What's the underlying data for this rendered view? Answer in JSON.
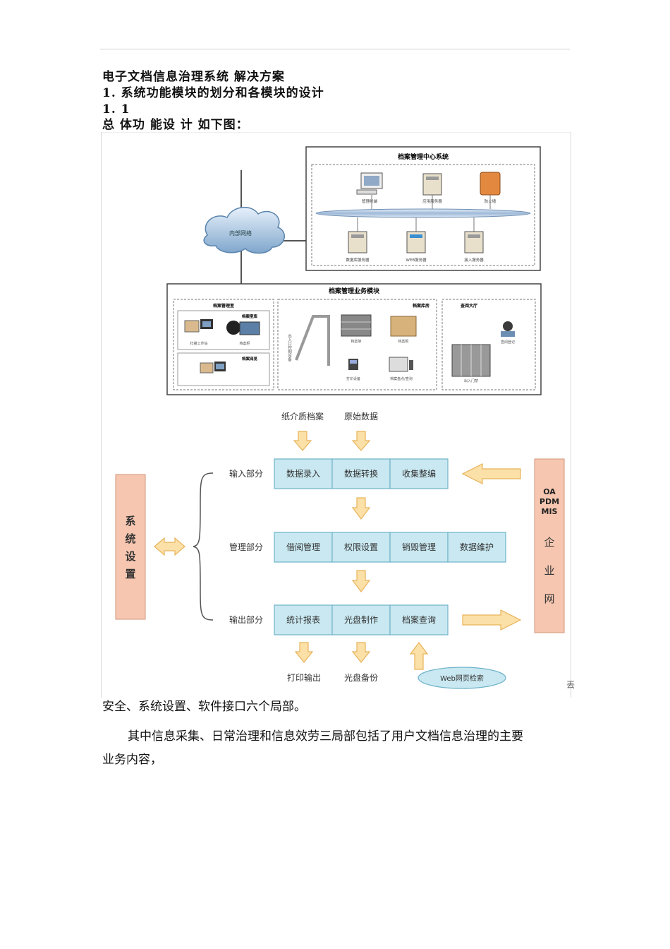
{
  "doc": {
    "title": "电子文档信息治理系统 解决方案",
    "heading1": "1. 系统功能模块的划分和各模块的设计",
    "heading2": "1. 1",
    "heading3": "总 体功 能设 计 如下图：",
    "para1": "安全、系统设置、软件接口六个局部。",
    "para2_line1": "其中信息采集、日常治理和信息效劳三局部包括了用户文档信息治理的主要",
    "para2_line2": "业务内容，",
    "stray_char": "丟"
  },
  "network_diagram": {
    "center_title": "档案管理中心系统",
    "cloud_label": "内部网络",
    "center_nodes": [
      "管理终端",
      "应用服务器",
      "防火墙",
      "数据库服务器",
      "WEB服务器",
      "接入服务器"
    ],
    "business_title": "档案管理业务模块",
    "box_left_title": "档案管理室",
    "box_left_sub": "档案室库",
    "box_left_sub2": "档案阅览",
    "box_left_items": [
      "扫描工作站",
      "档案柜"
    ],
    "box_mid_title": "档案库房",
    "box_mid_items": [
      "档案架",
      "档案柜",
      "打印设备",
      "档案盘点/查询"
    ],
    "box_mid_vertical": "出入口控制设备",
    "box_right_title": "查阅大厅",
    "box_right_items": [
      "查阅登记",
      "出入门禁"
    ]
  },
  "flow_diagram": {
    "top_inputs": [
      "纸介质档案",
      "原始数据"
    ],
    "input_label": "输入部分",
    "manage_label": "管理部分",
    "output_label": "输出部分",
    "input_boxes": [
      "数据录入",
      "数据转换",
      "收集整编"
    ],
    "manage_boxes": [
      "借阅管理",
      "权限设置",
      "销毁管理",
      "数据维护"
    ],
    "output_boxes": [
      "统计报表",
      "光盘制作",
      "档案查询"
    ],
    "bottom_outputs": [
      "打印输出",
      "光盘备份"
    ],
    "web_label": "Web网页检索",
    "left_box_chars": [
      "系",
      "统",
      "设",
      "置"
    ],
    "right_box_top": [
      "OA",
      "PDM",
      "MIS"
    ],
    "right_box_chars": [
      "企",
      "业",
      "网"
    ]
  }
}
